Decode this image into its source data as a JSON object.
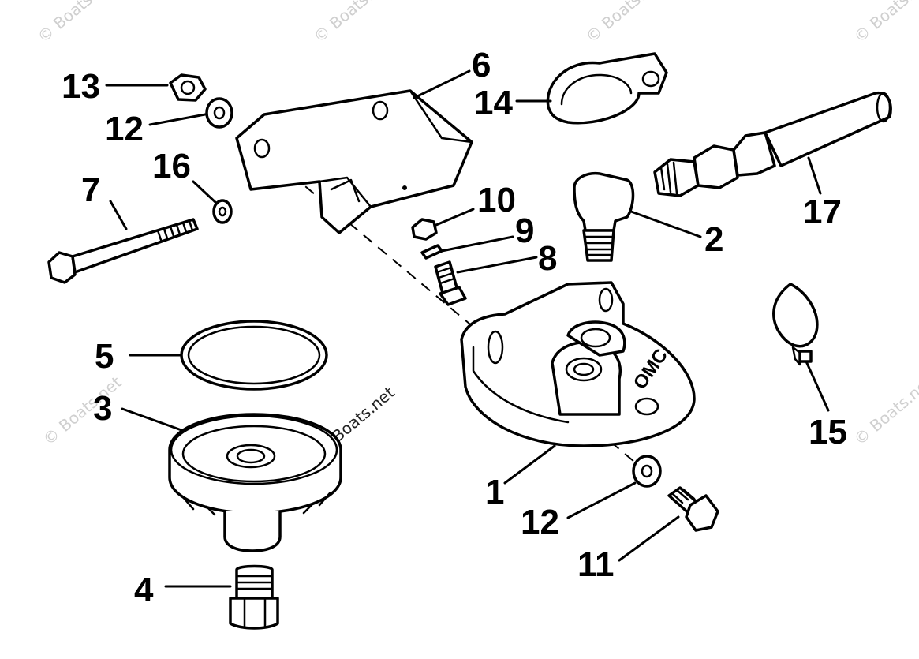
{
  "callouts": {
    "c1": "1",
    "c2": "2",
    "c3": "3",
    "c4": "4",
    "c5": "5",
    "c6": "6",
    "c7": "7",
    "c8": "8",
    "c9": "9",
    "c10": "10",
    "c11": "11",
    "c12a": "12",
    "c12b": "12",
    "c13": "13",
    "c14": "14",
    "c15": "15",
    "c16": "16",
    "c17": "17"
  },
  "watermark": {
    "text": "© Boats.net",
    "dark_text": "© Boats.net"
  },
  "housing_mark": "OMC",
  "colors": {
    "ink": "#000000",
    "paper": "#ffffff",
    "watermark": "#cfcfcf"
  }
}
